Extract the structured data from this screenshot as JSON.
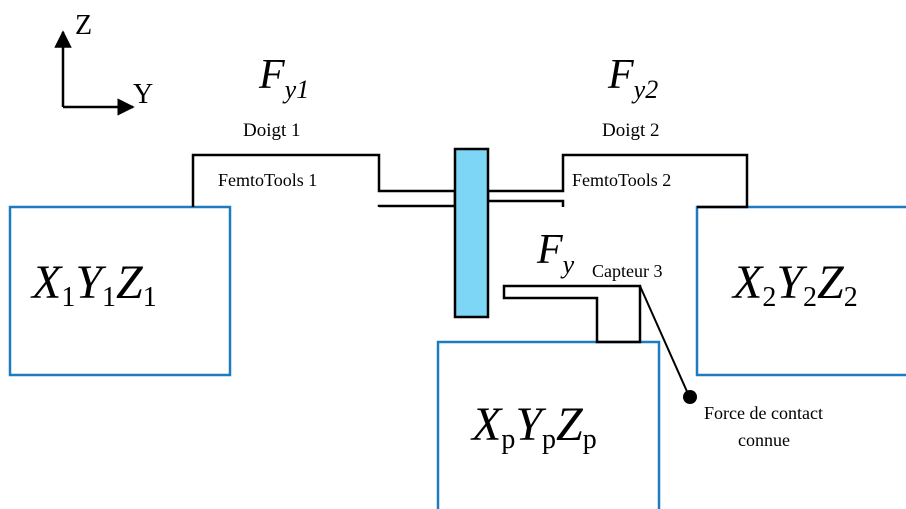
{
  "axes": {
    "vertical": "Z",
    "horizontal": "Y"
  },
  "finger_left": {
    "force_main": "F",
    "force_sub": "y1",
    "caption": "Doigt 1",
    "sensor_label": "FemtoTools 1"
  },
  "finger_right": {
    "force_main": "F",
    "force_sub": "y2",
    "caption": "Doigt 2",
    "sensor_label": "FemtoTools 2"
  },
  "stage_left": {
    "chars": [
      "X",
      "Y",
      "Z"
    ],
    "subs": [
      "1",
      "1",
      "1"
    ]
  },
  "stage_right": {
    "chars": [
      "X",
      "Y",
      "Z"
    ],
    "subs": [
      "2",
      "2",
      "2"
    ]
  },
  "stage_bottom": {
    "chars": [
      "X",
      "Y",
      "Z"
    ],
    "subs": [
      "p",
      "p",
      "p"
    ]
  },
  "sensor3": {
    "force_main": "F",
    "force_sub": "y",
    "label": "Capteur 3"
  },
  "annotation": {
    "line1": "Force de contact",
    "line2": "connue"
  },
  "colors": {
    "stage_border": "#1f7bc0",
    "object_fill": "#7ed6f6",
    "line": "#000000"
  }
}
